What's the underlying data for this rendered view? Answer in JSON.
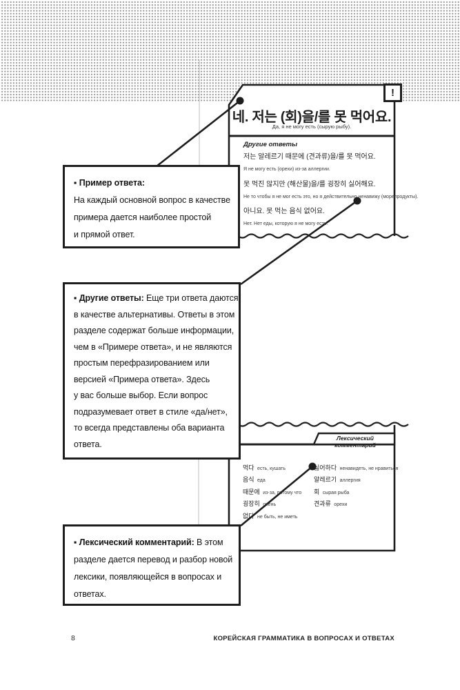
{
  "page": {
    "number": "8",
    "footer_title": "КОРЕЙСКАЯ ГРАММАТИКА В ВОПРОСАХ И ОТВЕТАХ"
  },
  "colors": {
    "ink": "#1d1d1d",
    "dots": "#8a8a8a",
    "fold_line": "#bcbcbc"
  },
  "example_panel": {
    "alert": "!",
    "korean_title": "네. 저는 (회)을/를 못 먹어요.",
    "russian_subtitle": "Да, я не могу есть (сырую рыбу).",
    "other_answers": {
      "heading": "Другие ответы",
      "items": [
        {
          "kor": "저는 알레르기 때문에 (견과류)을/를 못 먹어요.",
          "rus": "Я не могу есть (орехи) из-за аллергии."
        },
        {
          "kor": "못 먹진 않지만 (해산물)을/를 굉장히 싫어해요.",
          "rus": "Не то чтобы я не мог есть это, но я действительно ненавижу (морепродукты)."
        },
        {
          "kor": "아니요. 못 먹는 음식 없어요.",
          "rus": "Нет. Нет еды, которую я не могу есть."
        }
      ]
    }
  },
  "vocab_panel": {
    "tab": "Лексический комментарий",
    "left": [
      {
        "kor": "먹다",
        "rus": "есть, кушать"
      },
      {
        "kor": "음식",
        "rus": "еда"
      },
      {
        "kor": "때문에",
        "rus": "из-за, потому что"
      },
      {
        "kor": "굉장히",
        "rus": "очень"
      },
      {
        "kor": "없다",
        "rus": "не быть, не иметь"
      }
    ],
    "right": [
      {
        "kor": "싫어하다",
        "rus": "ненавидеть, не нравиться"
      },
      {
        "kor": "알레르기",
        "rus": "аллергия"
      },
      {
        "kor": "회",
        "rus": "сырая рыба"
      },
      {
        "kor": "견과류",
        "rus": "орехи"
      }
    ]
  },
  "callouts": [
    {
      "lines": [
        {
          "b": "▪ Пример ответа:",
          "t": ""
        },
        {
          "b": "",
          "t": "На каждый основной вопрос в качестве"
        },
        {
          "b": "",
          "t": "примера дается наиболее простой"
        },
        {
          "b": "",
          "t": "и прямой ответ."
        }
      ]
    },
    {
      "lines": [
        {
          "b": "▪ Другие ответы:",
          "t": " Еще три ответа даются"
        },
        {
          "b": "",
          "t": "в качестве альтернативы. Ответы в этом"
        },
        {
          "b": "",
          "t": "разделе содержат больше информации,"
        },
        {
          "b": "",
          "t": "чем в «Примере ответа», и не являются"
        },
        {
          "b": "",
          "t": "простым перефразированием или"
        },
        {
          "b": "",
          "t": "версией «Примера ответа». Здесь"
        },
        {
          "b": "",
          "t": "у вас больше выбор. Если вопрос"
        },
        {
          "b": "",
          "t": "подразумевает ответ в стиле «да/нет»,"
        },
        {
          "b": "",
          "t": "то всегда представлены оба варианта"
        },
        {
          "b": "",
          "t": "ответа."
        }
      ]
    },
    {
      "lines": [
        {
          "b": "▪ Лексический комментарий:",
          "t": " В этом"
        },
        {
          "b": "",
          "t": "разделе дается перевод и разбор новой"
        },
        {
          "b": "",
          "t": "лексики, появляющейся в вопросах и"
        },
        {
          "b": "",
          "t": "ответах."
        }
      ]
    }
  ]
}
